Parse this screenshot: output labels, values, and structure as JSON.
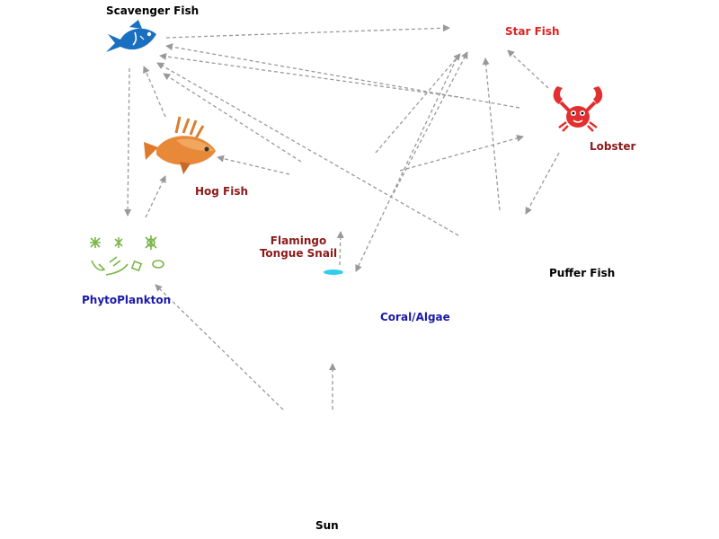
{
  "nodes": {
    "scavenger_fish": {
      "label": "Scavenger Fish",
      "color": "#000000"
    },
    "star_fish": {
      "label": "Star Fish",
      "color": "#dd2222"
    },
    "lobster": {
      "label": "Lobster",
      "color": "#8b1a1a"
    },
    "hog_fish": {
      "label": "Hog Fish",
      "color": "#8b1a1a"
    },
    "flamingo_snail": {
      "label_line1": "Flamingo",
      "label_line2": "Tongue Snail",
      "color": "#8b1a1a"
    },
    "phytoplankton": {
      "label": "PhytoPlankton",
      "color": "#1a1aaa"
    },
    "puffer_fish": {
      "label": "Puffer Fish",
      "color": "#000000"
    },
    "coral_algae": {
      "label": "Coral/Algae",
      "color": "#1a1aaa"
    },
    "sun": {
      "label": "Sun",
      "color": "#000000"
    }
  },
  "icons": {
    "scavenger_fish": "fish-icon",
    "hog_fish": "hogfish-icon",
    "lobster": "lobster-icon",
    "phytoplankton": "plankton-icon",
    "flamingo_snail": "snail-icon"
  },
  "colors": {
    "arrow": "#999999",
    "fish_blue": "#1a6fc0",
    "lobster_red": "#e23030",
    "hogfish_orange": "#e8893a",
    "plankton_green": "#7ab648",
    "snail_cyan": "#33ccee"
  }
}
